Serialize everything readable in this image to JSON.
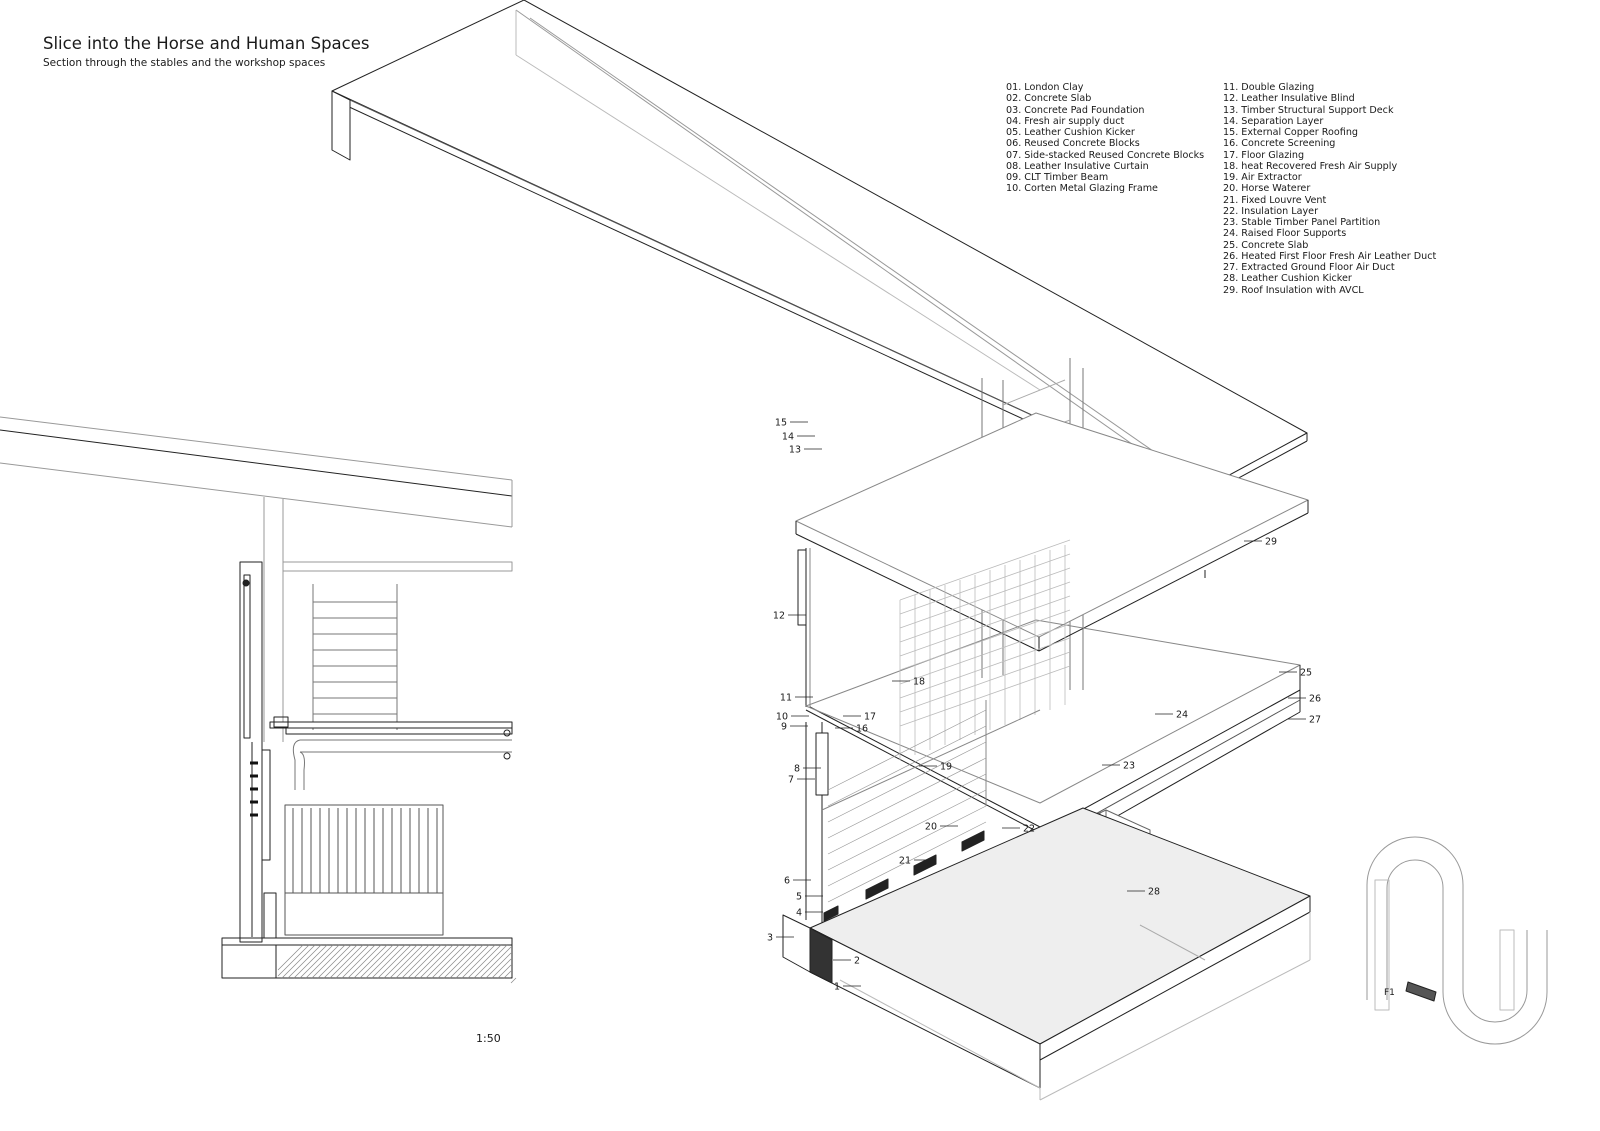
{
  "title": "Slice into the Horse and Human Spaces",
  "subtitle": "Section through the stables and the workshop spaces",
  "legend_left": [
    "01. London Clay",
    "02. Concrete Slab",
    "03. Concrete Pad Foundation",
    "04. Fresh air supply duct",
    "05. Leather Cushion Kicker",
    "06. Reused Concrete Blocks",
    "07. Side-stacked Reused Concrete Blocks",
    "08. Leather Insulative Curtain",
    "09. CLT Timber Beam",
    "10. Corten Metal Glazing Frame"
  ],
  "legend_right": [
    "11. Double Glazing",
    "12. Leather Insulative Blind",
    "13. Timber Structural Support Deck",
    "14. Separation Layer",
    "15. External Copper Roofing",
    "16. Concrete Screening",
    "17. Floor Glazing",
    "18. heat Recovered Fresh Air Supply",
    "19. Air Extractor",
    "20. Horse Waterer",
    "21. Fixed Louvre Vent",
    "22. Insulation Layer",
    "23. Stable Timber Panel Partition",
    "24. Raised Floor Supports",
    "25. Concrete Slab",
    "26. Heated First Floor Fresh Air Leather Duct",
    "27. Extracted Ground Floor Air Duct",
    "28. Leather Cushion Kicker",
    "29. Roof Insulation with AVCL"
  ],
  "callouts": [
    "15",
    "14",
    "13",
    "29",
    "12",
    "18",
    "25",
    "26",
    "11",
    "10",
    "9",
    "17",
    "16",
    "24",
    "27",
    "8",
    "7",
    "19",
    "23",
    "20",
    "22",
    "21",
    "6",
    "28",
    "5",
    "4",
    "3",
    "2",
    "1"
  ],
  "scale": "1:50",
  "keyplan_label": "F1"
}
